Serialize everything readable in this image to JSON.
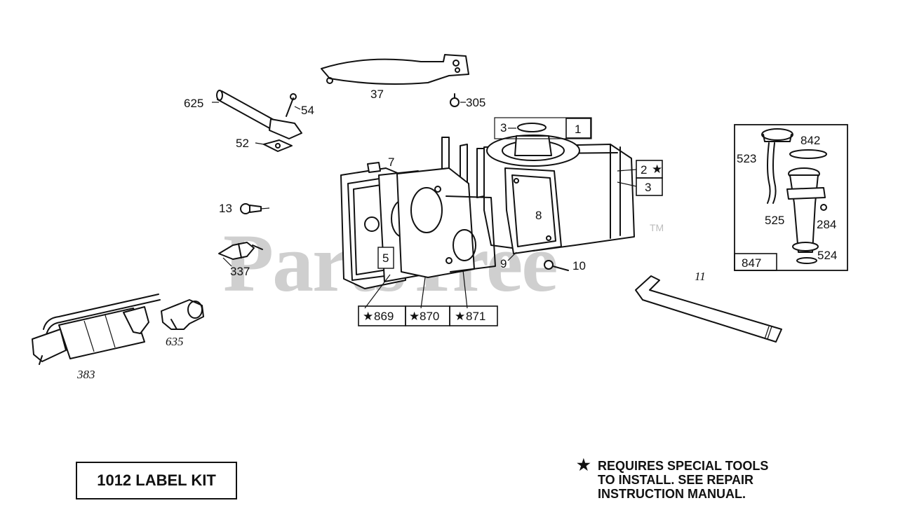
{
  "watermark": {
    "text": "PartsTree",
    "tm": "TM"
  },
  "parts": {
    "p37": "37",
    "p305": "305",
    "p625": "625",
    "p54": "54",
    "p52": "52",
    "p3a": "3",
    "p1": "1",
    "p842": "842",
    "p523": "523",
    "p7": "7",
    "p2": "2",
    "p3b": "3",
    "p8": "8",
    "p13": "13",
    "p525": "525",
    "p284": "284",
    "p524": "524",
    "p847": "847",
    "p337": "337",
    "p5": "5",
    "p9": "9",
    "p10": "10",
    "p11": "11",
    "p869": "869",
    "p870": "870",
    "p871": "871",
    "p635": "635",
    "p383": "383"
  },
  "kit": {
    "label": "1012 LABEL KIT"
  },
  "note": {
    "star": "★",
    "line1": "REQUIRES SPECIAL TOOLS",
    "line2": "TO INSTALL.  SEE REPAIR",
    "line3": "INSTRUCTION MANUAL."
  }
}
